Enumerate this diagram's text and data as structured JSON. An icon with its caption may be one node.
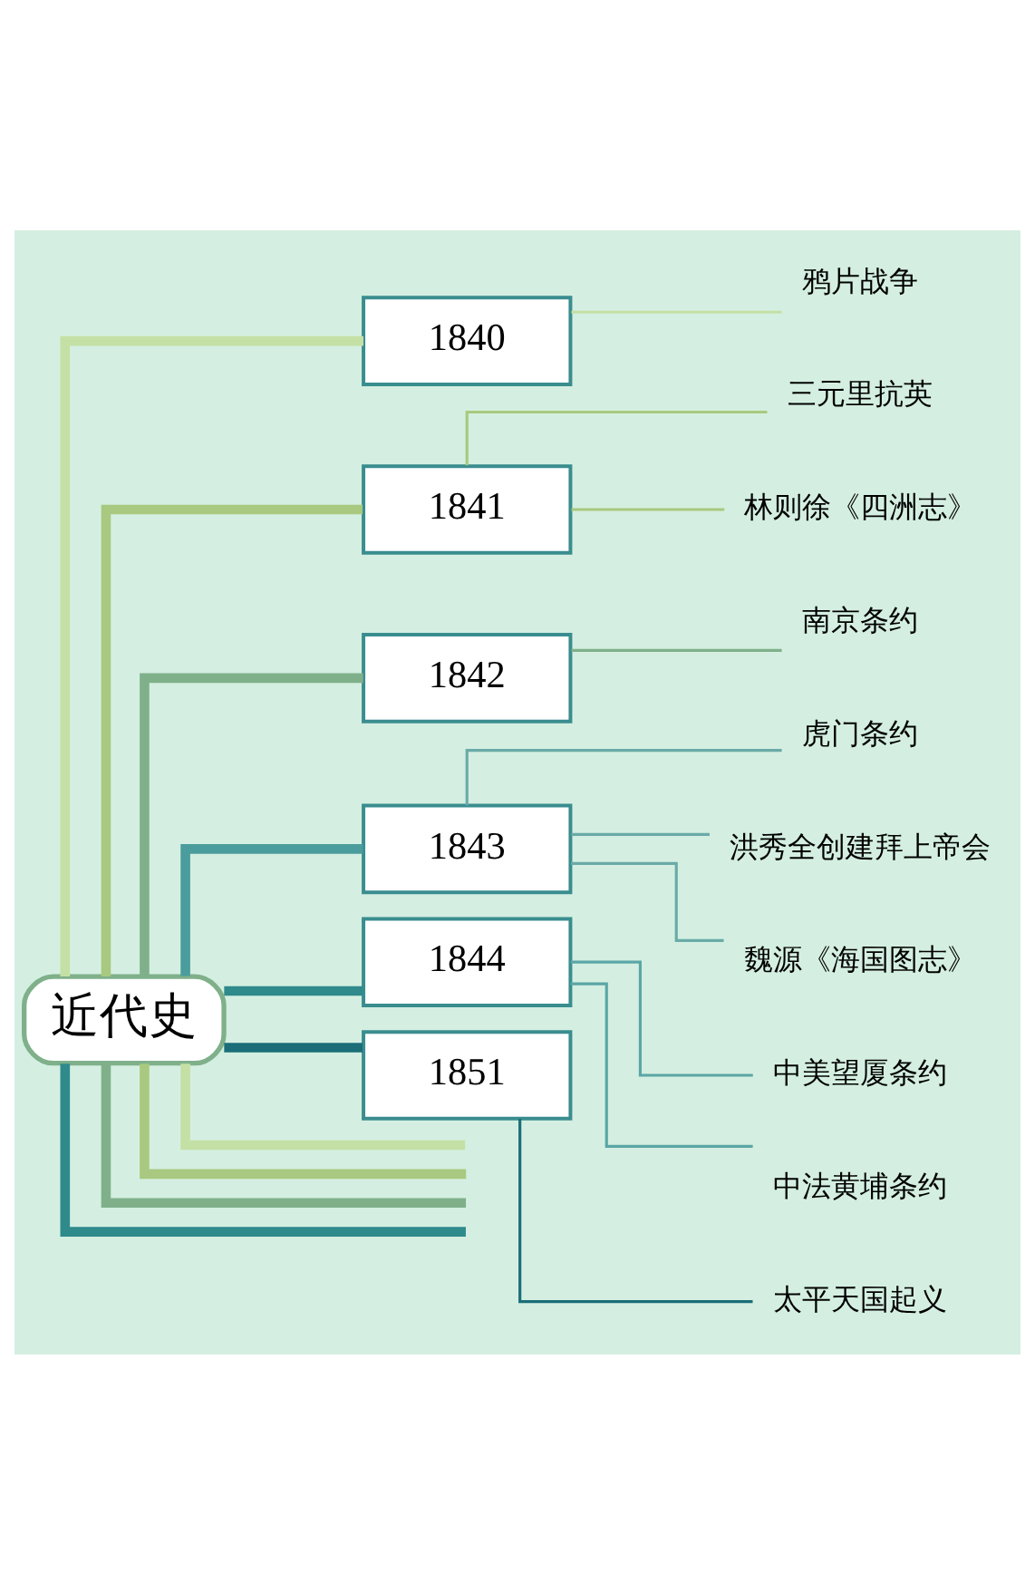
{
  "diagram": {
    "nodes": [
      {
        "text": [
          "近代史"
        ]
      },
      {
        "text": [
          "1840"
        ]
      },
      {
        "text": [
          "鸦片战争"
        ]
      },
      {
        "text": [
          "1841"
        ]
      },
      {
        "text": [
          "三元里抗英"
        ]
      },
      {
        "text": [
          "林则徐《四洲志》"
        ]
      },
      {
        "text": [
          "1842"
        ]
      },
      {
        "text": [
          "南京条约"
        ]
      },
      {
        "text": [
          "1843"
        ]
      },
      {
        "text": [
          "虎门条约"
        ]
      },
      {
        "text": [
          "洪秀全创建拜上帝会"
        ]
      },
      {
        "text": [
          "魏源《海国图志》"
        ]
      },
      {
        "text": [
          "1844"
        ]
      },
      {
        "text": [
          "中美望厦条约"
        ]
      },
      {
        "text": [
          "中法黄埔条约"
        ]
      },
      {
        "text": [
          "1851"
        ]
      },
      {
        "text": [
          "太平天国起义"
        ]
      }
    ],
    "edges": [
      {
        "from": 0,
        "to": 1,
        "arrow": "none",
        "style": "thick",
        "color": "#c5e0a5"
      },
      {
        "from": 1,
        "to": 2,
        "arrow": "none",
        "color": "#c5e0a5"
      },
      {
        "from": 0,
        "to": 3,
        "arrow": "none",
        "style": "thick",
        "color": "#a8c97f"
      },
      {
        "from": 3,
        "to": 4,
        "arrow": "none",
        "color": "#a8c97f"
      },
      {
        "from": 3,
        "to": 5,
        "arrow": "none",
        "color": "#a8c97f"
      },
      {
        "from": 0,
        "to": 6,
        "arrow": "none",
        "style": "thick",
        "color": "#7fb08a"
      },
      {
        "from": 6,
        "to": 7,
        "arrow": "none",
        "color": "#7fb08a"
      },
      {
        "from": 0,
        "to": 8,
        "arrow": "none",
        "style": "thick",
        "color": "#4b9c9c"
      },
      {
        "from": 8,
        "to": 9,
        "arrow": "none",
        "color": "#6aaba8"
      },
      {
        "from": 8,
        "to": 10,
        "arrow": "none",
        "color": "#6aaba8"
      },
      {
        "from": 8,
        "to": 11,
        "arrow": "none",
        "color": "#6aaba8"
      },
      {
        "from": 0,
        "to": 12,
        "arrow": "none",
        "style": "thick",
        "color": "#2f8a8c"
      },
      {
        "from": 12,
        "to": 13,
        "arrow": "none",
        "color": "#5ba6a6"
      },
      {
        "from": 12,
        "to": 14,
        "arrow": "none",
        "color": "#5ba6a6"
      },
      {
        "from": 0,
        "to": 15,
        "arrow": "none",
        "style": "thick",
        "color": "#1b6e78"
      },
      {
        "from": 15,
        "to": 16,
        "arrow": "none",
        "color": "#1b6e78"
      },
      {
        "from": 0,
        "to": null,
        "arrow": "none",
        "style": "thick",
        "color": "#2f8a8c"
      },
      {
        "from": 0,
        "to": null,
        "arrow": "none",
        "style": "thick",
        "color": "#7fb08a"
      },
      {
        "from": 0,
        "to": null,
        "arrow": "none",
        "style": "thick",
        "color": "#a8c97f"
      },
      {
        "from": 0,
        "to": null,
        "arrow": "none",
        "style": "thick",
        "color": "#c5e0a5"
      }
    ]
  }
}
